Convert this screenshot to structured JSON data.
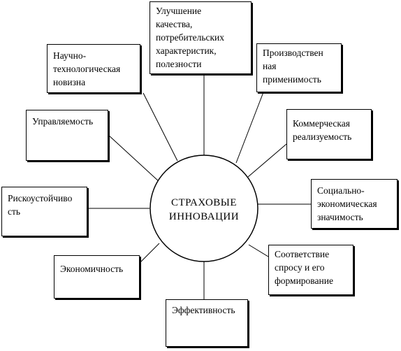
{
  "center": {
    "label": "СТРАХОВЫЕ\nИННОВАЦИИ"
  },
  "nodes": {
    "quality": "Улучшение\nкачества,\nпотребительских\nхарактеристик,\nполезности",
    "novelty": "Научно-\nтехнологическая\nновизна",
    "production": "Производствен\nная\nприменимость",
    "manageability": "Управляемость",
    "commercial": "Коммерческая\nреализуемость",
    "risk": "Рискоустойчиво\nсть",
    "social": "Социально-\nэкономическая\nзначимость",
    "economy": "Экономичность",
    "demand": "Соответствие\nспросу и его\nформирование",
    "efficiency": "Эффективность"
  }
}
